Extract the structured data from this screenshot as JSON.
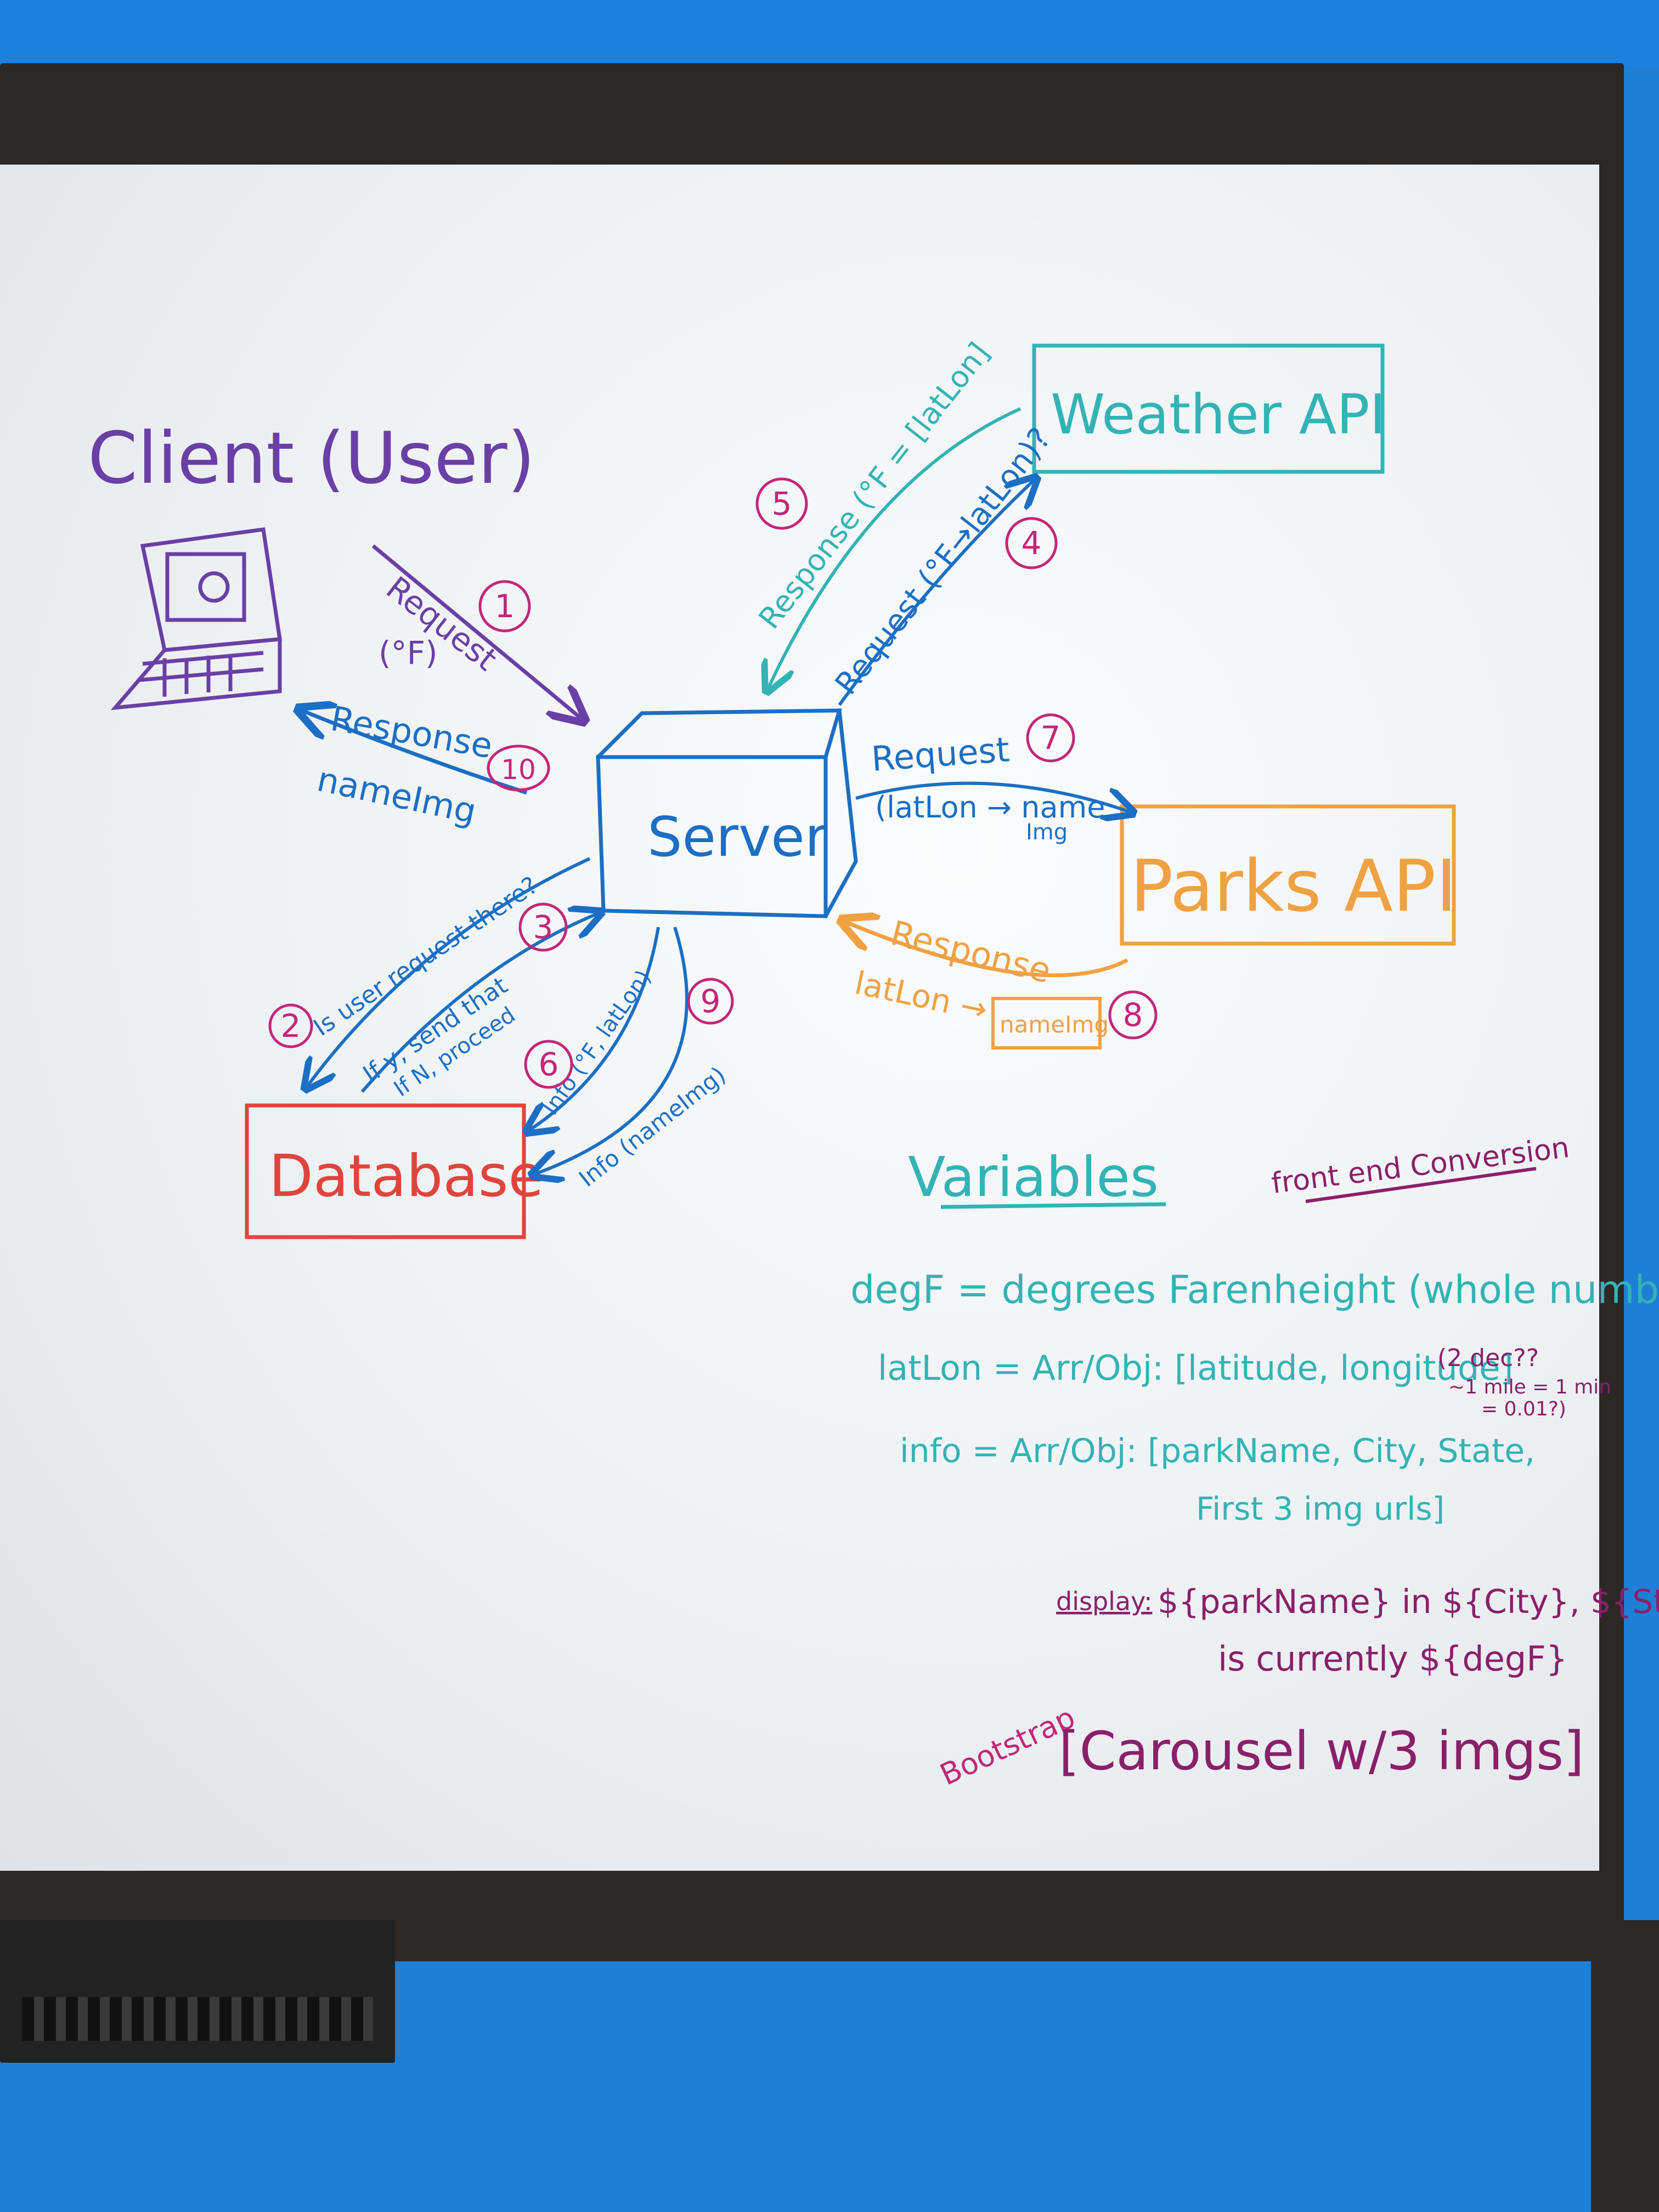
{
  "diagram": {
    "client_label": "Client (User)",
    "server_label": "Server",
    "weather_api_label": "Weather API",
    "parks_api_label": "Parks API",
    "database_label": "Database",
    "steps": {
      "s1": "1",
      "s2": "2",
      "s3": "3",
      "s4": "4",
      "s5": "5",
      "s6": "6",
      "s7": "7",
      "s8": "8",
      "s9": "9",
      "s10": "10"
    },
    "arrows": {
      "client_request": "Request",
      "client_request_param": "(°F)",
      "client_response": "Response",
      "client_response_param": "nameImg",
      "db_check": "Is user request there?",
      "db_reply_line1": "If y, send that",
      "db_reply_line2": "If N, proceed",
      "db_info_6": "Info (°F, latLon)",
      "db_info_9": "Info (nameImg)",
      "weather_request": "Request (°F→latLon)?",
      "weather_response": "Response (°F = [latLon]",
      "parks_request": "Request",
      "parks_request_param_line1": "(latLon → name",
      "parks_request_param_line2": "Img",
      "parks_response": "Response",
      "parks_response_param": "latLon →",
      "parks_response_box": "nameImg"
    }
  },
  "notes": {
    "front_end_conversion": "front end Conversion",
    "variables_title": "Variables",
    "degf_line": "degF = degrees Farenheight (whole number)",
    "latlon_line": "latLon = Arr/Obj: [latitude, longitude]",
    "latlon_note_line1": "(2 dec??",
    "latlon_note_line2": "~1 mile = 1 min",
    "latlon_note_line3": "= 0.01?)",
    "info_line1": "info = Arr/Obj: [parkName, City, State,",
    "info_line2": "First 3 img urls]",
    "display_label": "display:",
    "display_line1": "${parkName} in ${City}, ${State}",
    "display_line2": "is currently ${degF}",
    "bootstrap_label": "Bootstrap",
    "carousel_text": "[Carousel w/3 imgs]"
  },
  "colors": {
    "purple": "#6a3fa6",
    "blue": "#1b6fc4",
    "teal": "#33b3b5",
    "orange": "#f0a142",
    "red": "#e0443c",
    "magenta": "#c2277a",
    "plum": "#8a1f6a"
  }
}
